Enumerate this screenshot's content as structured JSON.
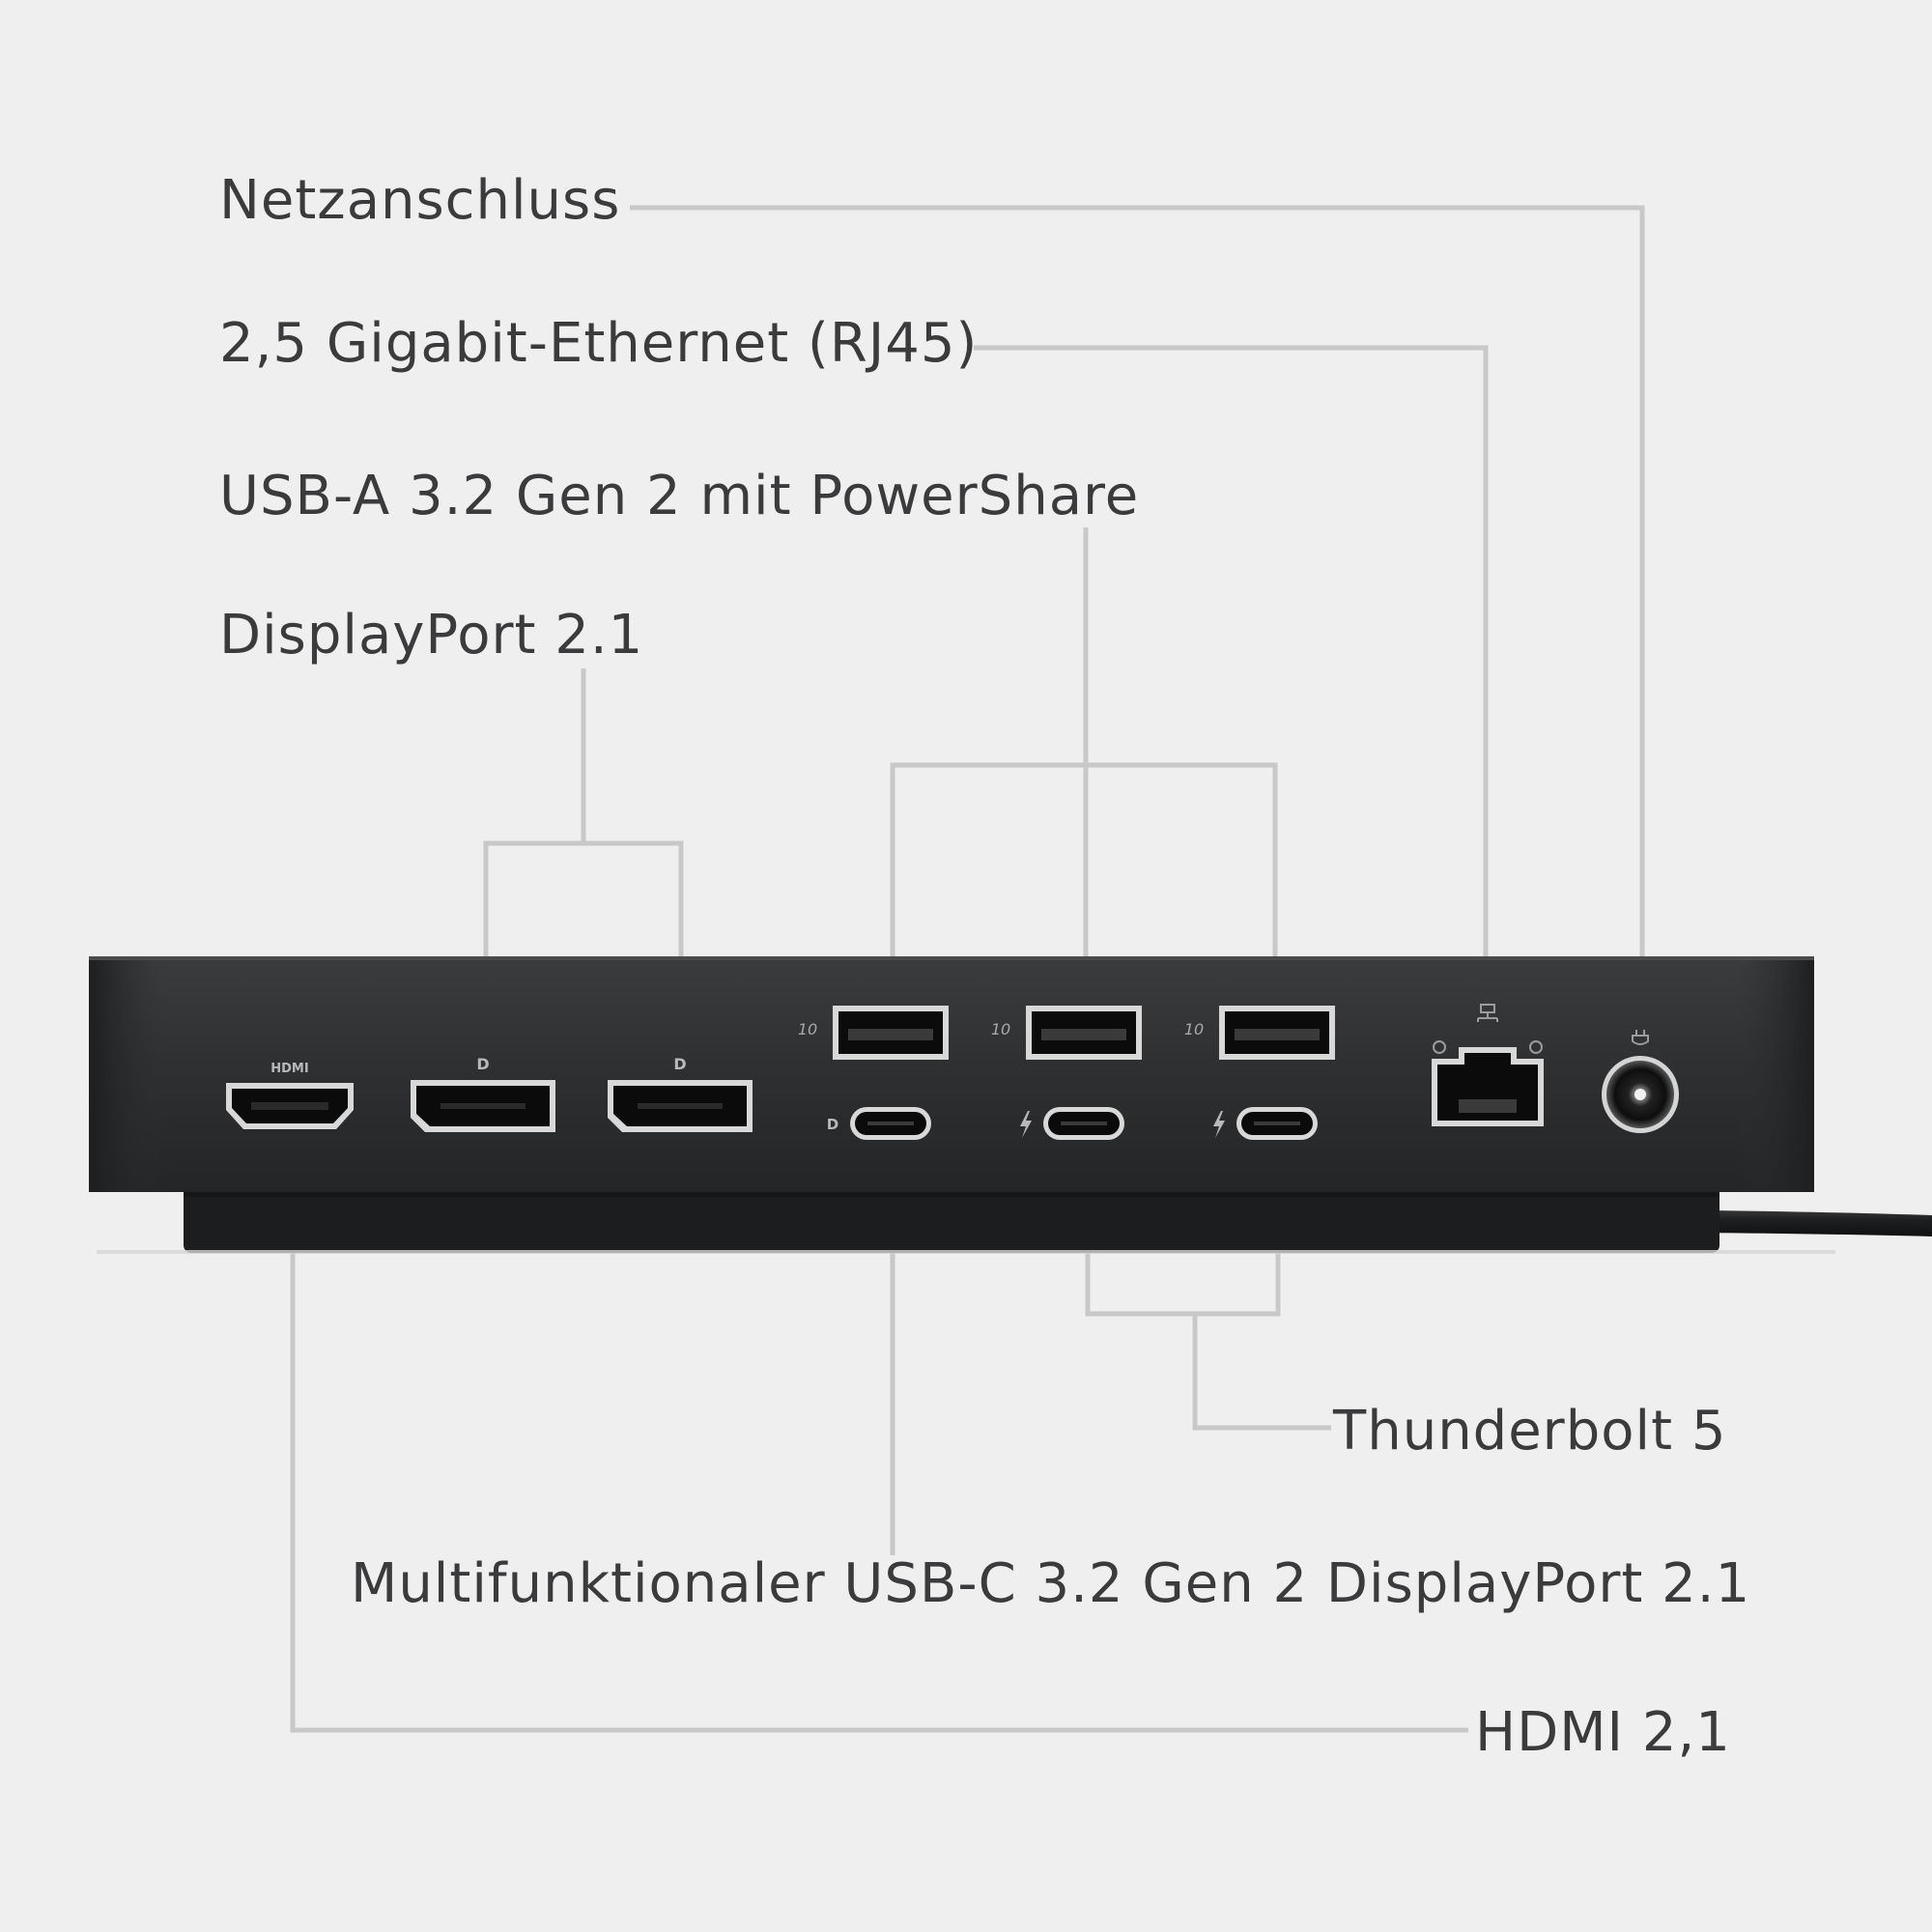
{
  "labels": {
    "power": "Netzanschluss",
    "ethernet": "2,5 Gigabit-Ethernet (RJ45)",
    "usba": "USB-A 3.2 Gen 2 mit PowerShare",
    "displayport": "DisplayPort 2.1",
    "thunderbolt": "Thunderbolt 5",
    "usbc": "Multifunktionaler USB-C 3.2 Gen 2 DisplayPort 2.1",
    "hdmi": "HDMI 2,1"
  },
  "port_markings": {
    "hdmi": "HDMI",
    "usb_speed": "10"
  },
  "colors": {
    "background": "#efefef",
    "callout_line": "#c8c8c8",
    "text": "#3b3b3d",
    "device_body": "#2d2e30"
  }
}
